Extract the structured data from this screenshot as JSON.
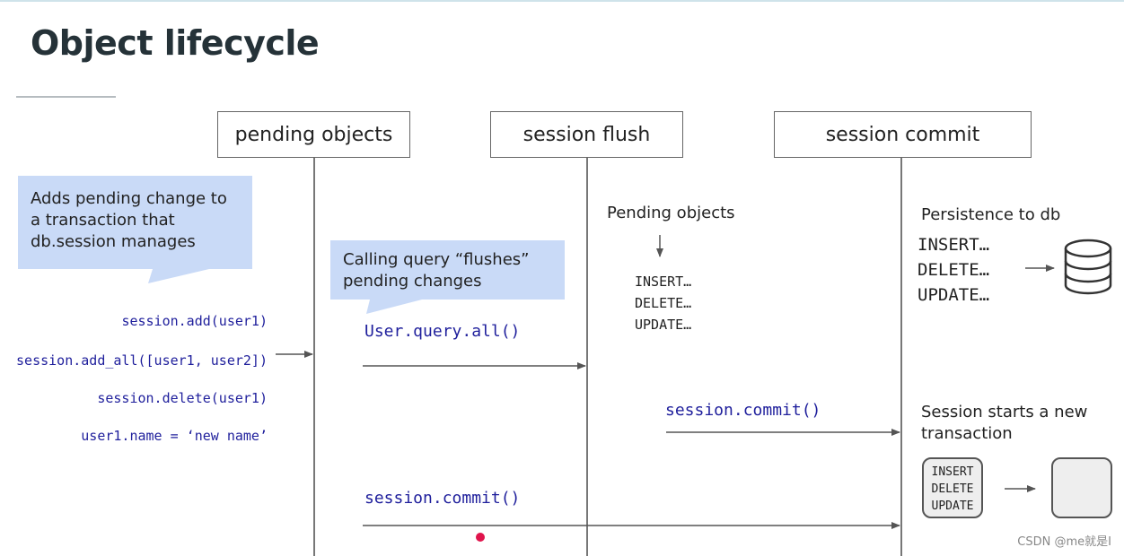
{
  "title": "Object lifecycle",
  "stages": [
    "pending objects",
    "session flush",
    "session commit"
  ],
  "callouts": {
    "pending": "Adds pending change to a transaction that db.session manages",
    "flush": "Calling query “flushes” pending changes"
  },
  "session_ops": [
    "session.add(user1)",
    "session.add_all([user1, user2])",
    "session.delete(user1)",
    "user1.name = ‘new name’"
  ],
  "query_call": "User.query.all()",
  "commit_call_flush": "session.commit()",
  "commit_call_pending": "session.commit()",
  "flush_col": {
    "label": "Pending objects",
    "ops": [
      "INSERT…",
      "DELETE…",
      "UPDATE…"
    ]
  },
  "commit_col": {
    "persistence_label": "Persistence to db",
    "ops": [
      "INSERT…",
      "DELETE…",
      "UPDATE…"
    ],
    "new_tx_label": "Session starts a new transaction",
    "mini_ops": [
      "INSERT",
      "DELETE",
      "UPDATE"
    ]
  },
  "watermark": "CSDN @me就是I",
  "icons": [
    "database-icon"
  ],
  "colors": {
    "callout_bg": "#c9daf7",
    "code_text": "#1f1f9c",
    "line": "#777777",
    "dot": "#e0144c"
  }
}
